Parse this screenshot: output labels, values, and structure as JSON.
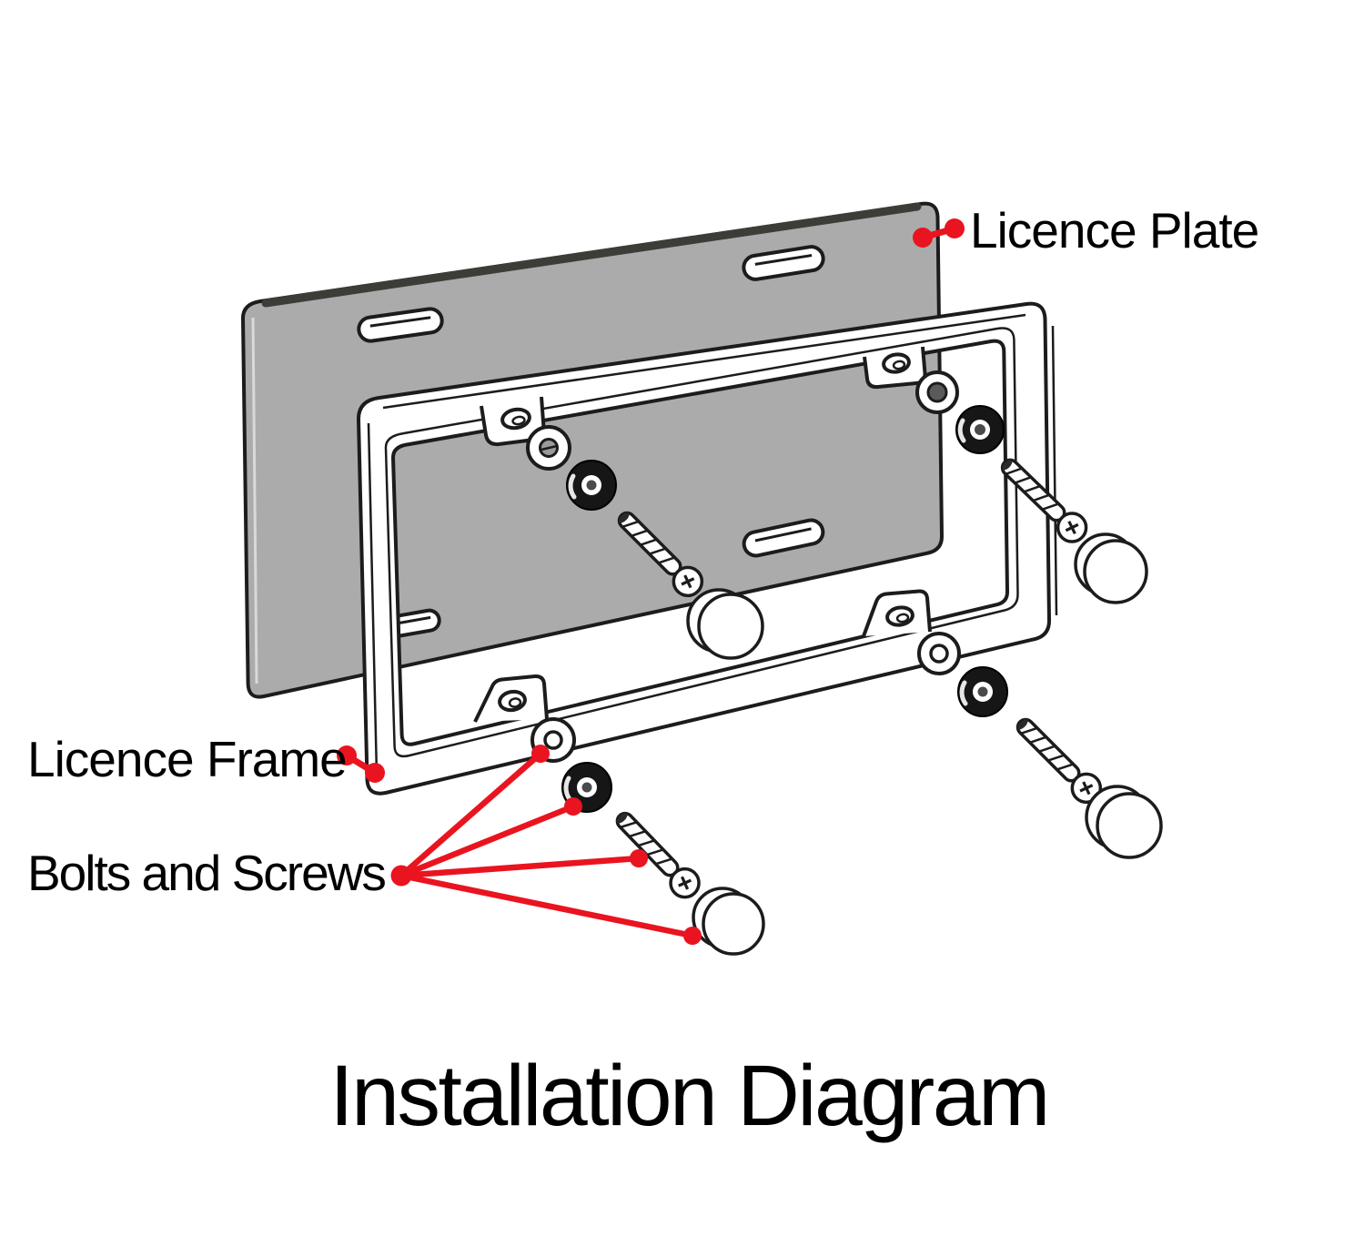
{
  "title": "Installation Diagram",
  "callouts": {
    "licence_plate": {
      "label": "Licence Plate"
    },
    "licence_frame": {
      "label": "Licence Frame"
    },
    "bolts_and_screws": {
      "label": "Bolts and Screws"
    }
  },
  "parts_visible": {
    "plate_slot_count": 4,
    "screw_set_count": 4,
    "fan_pointer_count": 4
  },
  "colors": {
    "annotation_red": "#e9141f",
    "plate_gray": "#ababab",
    "line_black": "#1c1c1c",
    "background": "#ffffff"
  }
}
